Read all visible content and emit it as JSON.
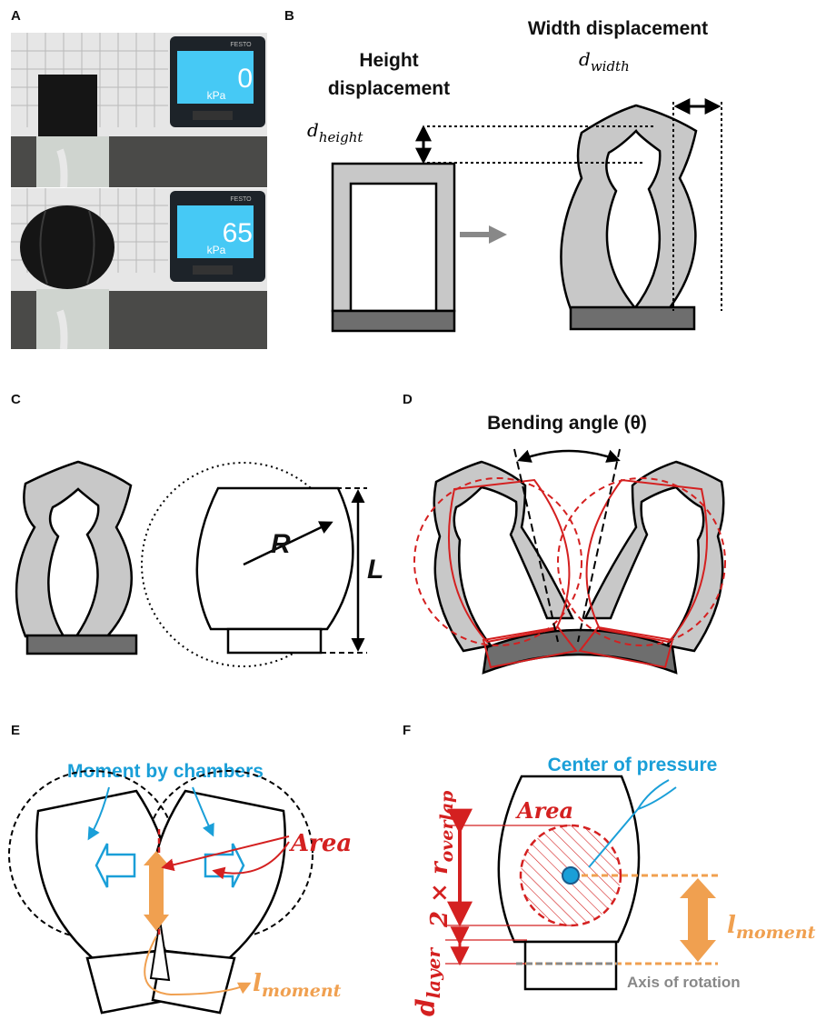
{
  "panels": {
    "a": {
      "letter": "A",
      "top_display": "0",
      "bottom_display": "65",
      "unit": "kPa",
      "brand": "FESTO"
    },
    "b": {
      "letter": "B",
      "height_label_line1": "Height",
      "height_label_line2": "displacement",
      "height_symbol": "d",
      "height_symbol_sub": "height",
      "width_label": "Width displacement",
      "width_symbol": "d",
      "width_symbol_sub": "width"
    },
    "c": {
      "letter": "C",
      "radius_label": "R",
      "length_label": "L"
    },
    "d": {
      "letter": "D",
      "angle_label": "Bending angle (θ)"
    },
    "e": {
      "letter": "E",
      "moment_label": "Moment by chambers",
      "area_label": "Area",
      "lmoment_symbol": "l",
      "lmoment_sub": "moment"
    },
    "f": {
      "letter": "F",
      "cop_label": "Center of pressure",
      "area_label": "Area",
      "overlap_prefix": "2 × r",
      "overlap_sub": "overlap",
      "dlayer_symbol": "d",
      "dlayer_sub": "layer",
      "lmoment_symbol": "l",
      "lmoment_sub": "moment",
      "axis_label": "Axis of rotation"
    }
  },
  "colors": {
    "gray_fill": "#c8c8c8",
    "dark_base": "#6e6e6e",
    "red": "#d42020",
    "blue": "#1a9fd8",
    "orange": "#f0a050",
    "lcd": "#40c8ff"
  }
}
